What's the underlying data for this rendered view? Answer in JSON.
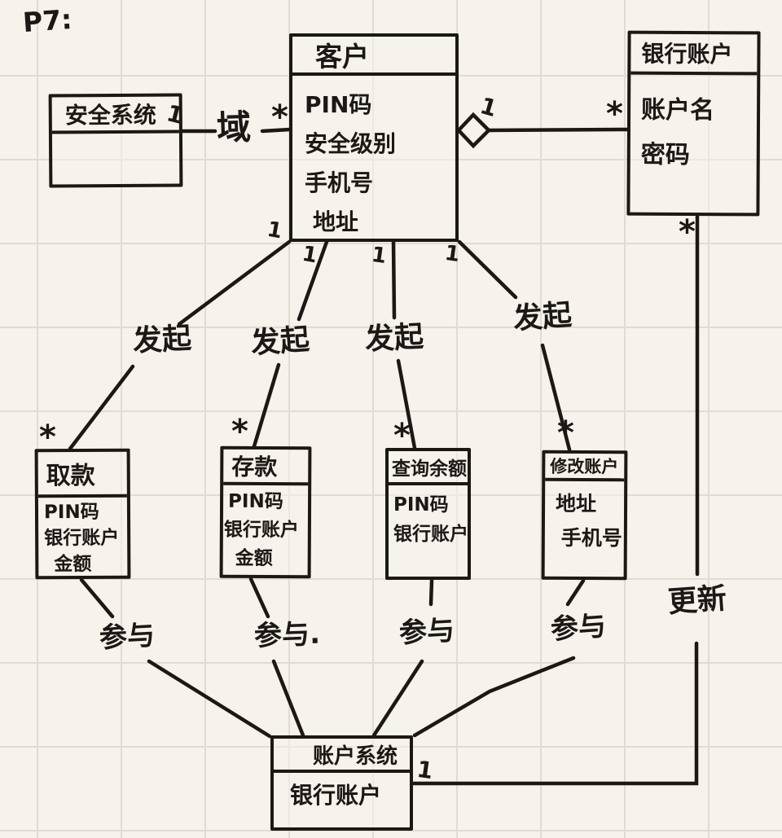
{
  "page": {
    "label": "P7:"
  },
  "colors": {
    "ink": "#1b1815",
    "paper": "#f5f3ec",
    "grid": "#dfdcd3"
  },
  "diagram_type": "hand-drawn UML class diagram (ATM banking system)",
  "classes": {
    "security_system": {
      "title": "安全系统",
      "attributes": []
    },
    "customer": {
      "title": "客户",
      "attributes": [
        "PIN码",
        "安全级别",
        "手机号",
        "地址"
      ]
    },
    "bank_account": {
      "title": "银行账户",
      "attributes": [
        "账户名",
        "密码"
      ]
    },
    "withdraw": {
      "title": "取款",
      "attributes": [
        "PIN码",
        "银行账户",
        "金额"
      ]
    },
    "deposit": {
      "title": "存款",
      "attributes": [
        "PIN码",
        "银行账户",
        "金额"
      ]
    },
    "check_balance": {
      "title": "查询余额",
      "attributes": [
        "PIN码",
        "银行账户"
      ]
    },
    "modify_account": {
      "title": "修改账户",
      "attributes": [
        "地址",
        "手机号"
      ]
    },
    "account_system": {
      "title": "账户系统",
      "attributes": [
        "银行账户"
      ]
    }
  },
  "labels": {
    "domain": "域",
    "initiate1": "发起",
    "initiate2": "发起",
    "initiate3": "发起",
    "initiate4": "发起",
    "participate1": "参与",
    "participate2": "参与.",
    "participate3": "参与",
    "participate4": "参与",
    "update": "更新"
  },
  "multiplicities": {
    "security_one": "1",
    "security_many": "*",
    "aggregation_one": "1",
    "aggregation_many": "*",
    "customer_withdraw_one": "1",
    "customer_deposit_one": "1",
    "customer_balance_one": "1",
    "customer_modify_one": "1",
    "withdraw_many": "*",
    "deposit_many": "*",
    "balance_many": "*",
    "modify_many": "*",
    "update_many": "*",
    "update_one": "1"
  }
}
